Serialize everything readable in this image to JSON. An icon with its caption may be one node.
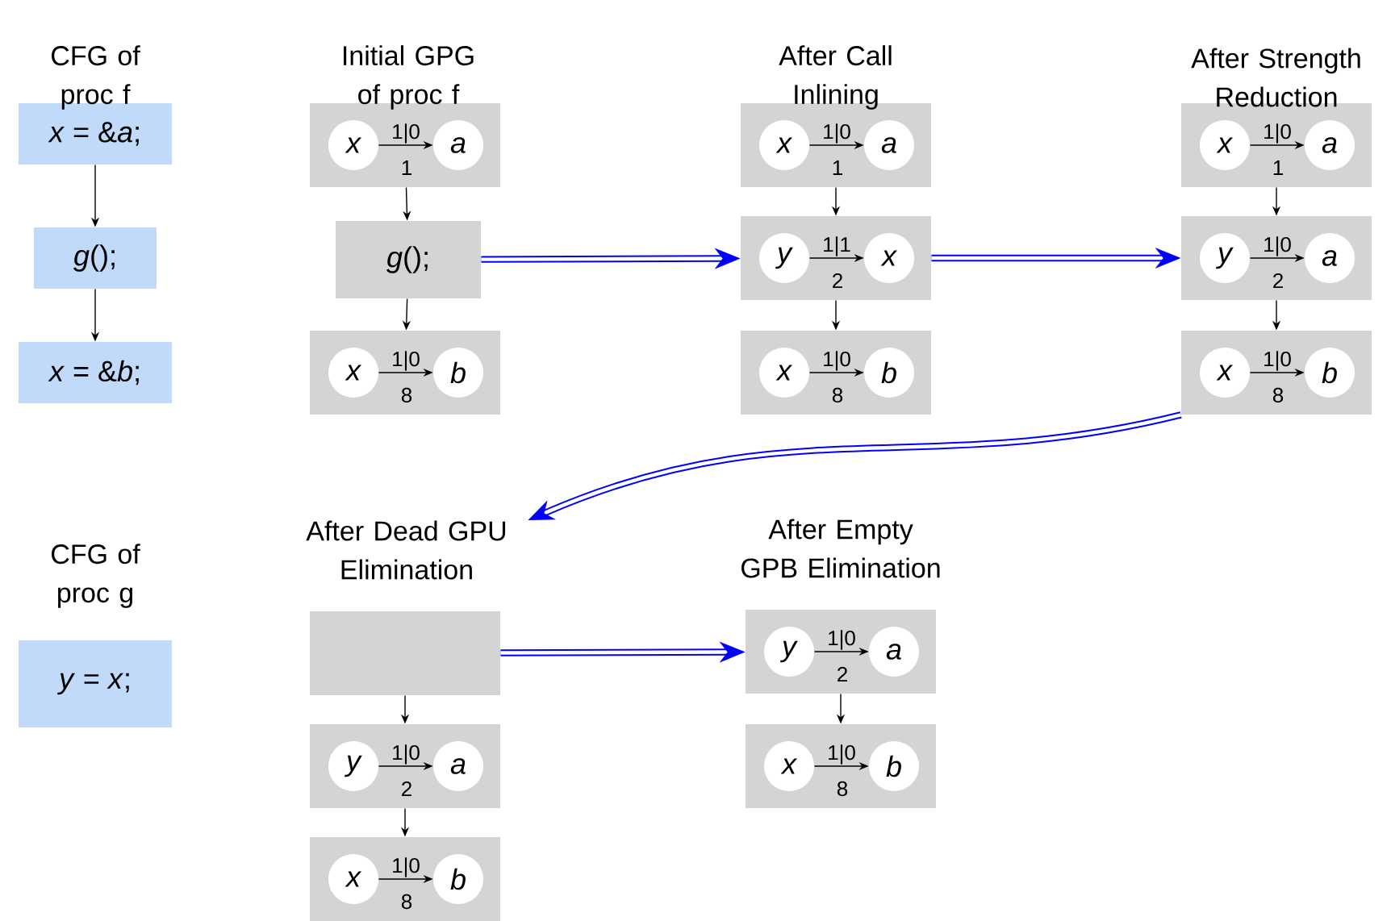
{
  "diagram": {
    "nodes": [
      {
        "text": [
          "*x* = &*a*;"
        ]
      },
      {
        "text": [
          "*g*();"
        ]
      },
      {
        "text": [
          "*x* = &*b*;"
        ]
      },
      {
        "text": [
          "*y* = *x*;"
        ]
      },
      {
        "text": [],
        "shape": "box"
      },
      {
        "text": [
          "x"
        ],
        "in": 4
      },
      {
        "text": [
          "a"
        ],
        "in": 4
      },
      {
        "text": [
          "*g*();"
        ]
      },
      {
        "text": [],
        "shape": "box"
      },
      {
        "text": [
          "x"
        ],
        "in": 8
      },
      {
        "text": [
          "b"
        ],
        "in": 8
      },
      {
        "text": [],
        "shape": "box"
      },
      {
        "text": [
          "x"
        ],
        "in": 11
      },
      {
        "text": [
          "a"
        ],
        "in": 11
      },
      {
        "text": [],
        "shape": "box"
      },
      {
        "text": [
          "y"
        ],
        "in": 14
      },
      {
        "text": [
          "x"
        ],
        "in": 14
      },
      {
        "text": [],
        "shape": "box"
      },
      {
        "text": [
          "x"
        ],
        "in": 17
      },
      {
        "text": [
          "b"
        ],
        "in": 17
      },
      {
        "text": [],
        "shape": "box"
      },
      {
        "text": [
          "x"
        ],
        "in": 20
      },
      {
        "text": [
          "a"
        ],
        "in": 20
      },
      {
        "text": [],
        "shape": "box"
      },
      {
        "text": [
          "y"
        ],
        "in": 23
      },
      {
        "text": [
          "a"
        ],
        "in": 23
      },
      {
        "text": [],
        "shape": "box"
      },
      {
        "text": [
          "x"
        ],
        "in": 26
      },
      {
        "text": [
          "b"
        ],
        "in": 26
      },
      {
        "text": [
          "After Dead GPU Elimination"
        ]
      },
      {
        "text": [],
        "shape": "box"
      },
      {
        "text": [],
        "shape": "box"
      },
      {
        "text": [
          "y"
        ],
        "in": 31
      },
      {
        "text": [
          "a"
        ],
        "in": 31
      },
      {
        "text": [],
        "shape": "box"
      },
      {
        "text": [
          "x"
        ],
        "in": 34
      },
      {
        "text": [
          "b"
        ],
        "in": 34
      },
      {
        "text": [],
        "shape": "box"
      },
      {
        "text": [
          "y"
        ],
        "in": 37
      },
      {
        "text": [
          "a"
        ],
        "in": 37
      },
      {
        "text": [],
        "shape": "box"
      },
      {
        "text": [
          "x"
        ],
        "in": 40
      },
      {
        "text": [
          "b"
        ],
        "in": 40
      }
    ],
    "edges": [
      {
        "from": 0,
        "to": 1,
        "arrow": "to"
      },
      {
        "from": 1,
        "to": 2,
        "arrow": "to"
      },
      {
        "from": 5,
        "to": 6,
        "arrow": "to",
        "label": "1|0"
      },
      {
        "from": 4,
        "to": 7,
        "arrow": "to"
      },
      {
        "from": 7,
        "to": 8,
        "arrow": "to"
      },
      {
        "from": 9,
        "to": 10,
        "arrow": "to",
        "label": "1|0"
      },
      {
        "from": 12,
        "to": 13,
        "arrow": "to",
        "label": "1|0"
      },
      {
        "from": 11,
        "to": 14,
        "arrow": "to"
      },
      {
        "from": 15,
        "to": 16,
        "arrow": "to",
        "label": "1|1"
      },
      {
        "from": 14,
        "to": 17,
        "arrow": "to"
      },
      {
        "from": 18,
        "to": 19,
        "arrow": "to",
        "label": "1|0"
      },
      {
        "from": 21,
        "to": 22,
        "arrow": "to",
        "label": "1|0"
      },
      {
        "from": 20,
        "to": 23,
        "arrow": "to"
      },
      {
        "from": 24,
        "to": 25,
        "arrow": "to",
        "label": "1|0"
      },
      {
        "from": 23,
        "to": 26,
        "arrow": "to"
      },
      {
        "from": 27,
        "to": 28,
        "arrow": "to",
        "label": "1|0"
      },
      {
        "from": 7,
        "to": 14,
        "arrow": "to",
        "style": "thick",
        "color": "#0000ff"
      },
      {
        "from": 14,
        "to": 23,
        "arrow": "to",
        "style": "thick",
        "color": "#0000ff"
      },
      {
        "from": 26,
        "to": 29,
        "arrow": "to",
        "style": "thick",
        "color": "#0000ff"
      },
      {
        "from": 30,
        "to": 31,
        "arrow": "to"
      },
      {
        "from": 32,
        "to": 33,
        "arrow": "to",
        "label": "1|0"
      },
      {
        "from": 31,
        "to": 34,
        "arrow": "to"
      },
      {
        "from": 35,
        "to": 36,
        "arrow": "to",
        "label": "1|0"
      },
      {
        "from": 38,
        "to": 39,
        "arrow": "to",
        "label": "1|0"
      },
      {
        "from": 37,
        "to": 40,
        "arrow": "to"
      },
      {
        "from": 41,
        "to": 42,
        "arrow": "to",
        "label": "1|0"
      },
      {
        "from": 30,
        "to": 37,
        "arrow": "to",
        "style": "thick",
        "color": "#0000ff"
      }
    ],
    "labels": [
      "CFG of proc f",
      "Initial GPG of proc f",
      "After Call Inlining",
      "After Strength Reduction",
      "1",
      "1",
      "1",
      "2",
      "2",
      "8",
      "8",
      "8",
      "CFG of proc g",
      "After Empty GPB Elimination",
      "2",
      "2",
      "8",
      "8"
    ]
  }
}
